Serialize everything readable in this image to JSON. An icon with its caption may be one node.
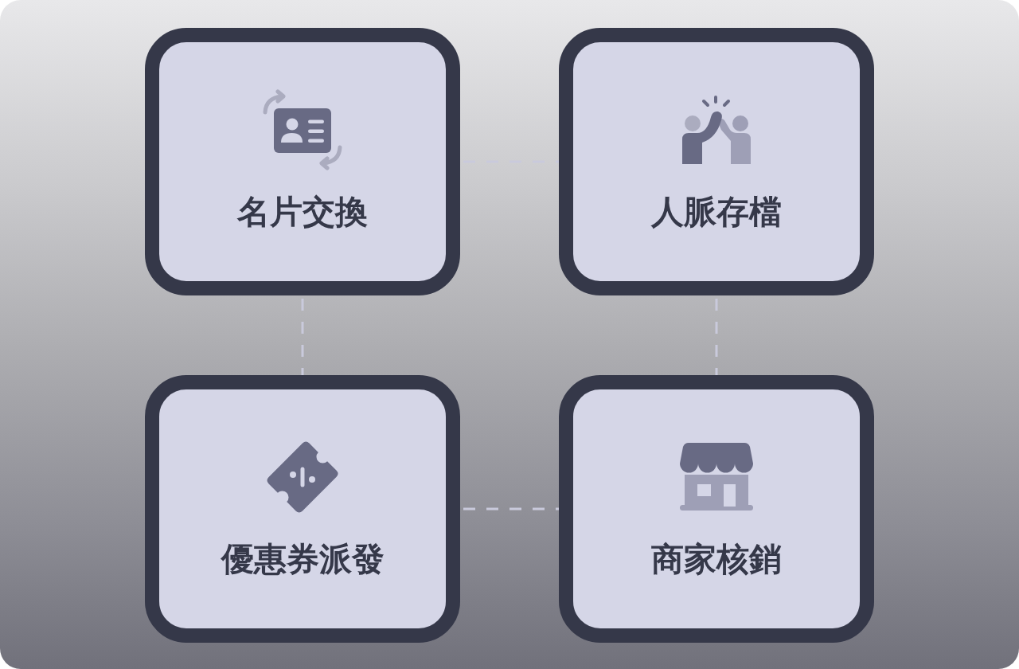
{
  "diagram": {
    "nodes": [
      {
        "text": [
          "名片交換"
        ]
      },
      {
        "text": [
          "人脈存檔"
        ]
      },
      {
        "text": [
          "優惠券派發"
        ]
      },
      {
        "text": [
          "商家核銷"
        ]
      }
    ],
    "edges": [
      {
        "from": 0,
        "to": 1,
        "arrow": "none",
        "style": "dashed"
      },
      {
        "from": 0,
        "to": 2,
        "arrow": "none",
        "style": "dashed"
      },
      {
        "from": 1,
        "to": 3,
        "arrow": "none",
        "style": "dashed"
      },
      {
        "from": 2,
        "to": 3,
        "arrow": "none",
        "style": "dashed"
      }
    ]
  }
}
